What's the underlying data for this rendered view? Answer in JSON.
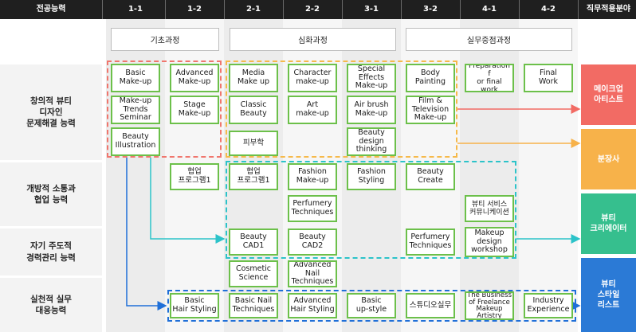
{
  "header": {
    "competency": "전공능력",
    "semesters": [
      "1-1",
      "1-2",
      "2-1",
      "2-2",
      "3-1",
      "3-2",
      "4-1",
      "4-2"
    ],
    "career_field": "직무적용분야"
  },
  "stages": [
    "기초과정",
    "심화과정",
    "실무중점과정"
  ],
  "competencies": [
    "창의적 뷰티\n디자인\n문제해결 능력",
    "개방적 소통과\n협업 능력",
    "자기 주도적\n경력관리 능력",
    "실천적 실무\n대응능력"
  ],
  "careers": [
    "메이크업\n아티스트",
    "분장사",
    "뷰티\n크리에이터",
    "뷰티\n스타일\n리스트"
  ],
  "courses": {
    "basic_makeup": "Basic\nMake-up",
    "makeup_trends_seminar": "Make-up\nTrends\nSeminar",
    "beauty_illustration": "Beauty\nIllustration",
    "advanced_makeup": "Advanced\nMake-up",
    "stage_makeup": "Stage\nMake-up",
    "collab_program_1_2": "협업\n프로그램1",
    "basic_hair_styling": "Basic\nHair Styling",
    "media_makeup": "Media\nMake up",
    "classic_beauty": "Classic\nBeauty",
    "skin_science": "피부학",
    "collab_program_2_1": "협업\n프로그램1",
    "beauty_cad1": "Beauty\nCAD1",
    "cosmetic_science": "Cosmetic\nScience",
    "basic_nail_techniques": "Basic Nail\nTechniques",
    "character_makeup": "Character\nmake-up",
    "art_makeup": "Art\nmake-up",
    "fashion_makeup": "Fashion\nMake-up",
    "perfumery_2_2": "Perfumery\nTechniques",
    "beauty_cad2": "Beauty\nCAD2",
    "advanced_nail": "Advanced\nNail\nTechniques",
    "advanced_hair_styling": "Advanced\nHair Styling",
    "special_effects_makeup": "Special\nEffects\nMake-up",
    "airbrush_makeup": "Air brush\nMake-up",
    "beauty_design_thinking": "Beauty\ndesign\nthinking",
    "fashion_styling": "Fashion\nStyling",
    "basic_upstyle": "Basic\nup-style",
    "body_painting": "Body\nPainting",
    "film_tv_makeup": "Film &\nTelevision\nMake-up",
    "beauty_create": "Beauty\nCreate",
    "perfumery_3_2": "Perfumery\nTechniques",
    "studio_practice": "스튜디오실무",
    "prep_final_work": "Preparation f\nor final work",
    "beauty_service_comm": "뷰티 서비스\n커뮤니케이션",
    "makeup_design_workshop": "Makeup\ndesign\nworkshop",
    "freelance_business": "The Business\nof Freelance\nMakeup\nArtistry",
    "final_work": "Final\nWork",
    "industry_experience": "Industry\nExperience"
  },
  "colors": {
    "header_bg": "#1f1f1f",
    "course_border": "#6cc04a",
    "red_group": "#f0766d",
    "orange_group": "#f6b94a",
    "cyan_group": "#2cc3c9",
    "blue_group": "#1f6fd8",
    "career_makeup_artist": "#f26b64",
    "career_stylist_makeup": "#f7b24a",
    "career_creator": "#36bf8e",
    "career_stylist": "#2b7ad6"
  }
}
